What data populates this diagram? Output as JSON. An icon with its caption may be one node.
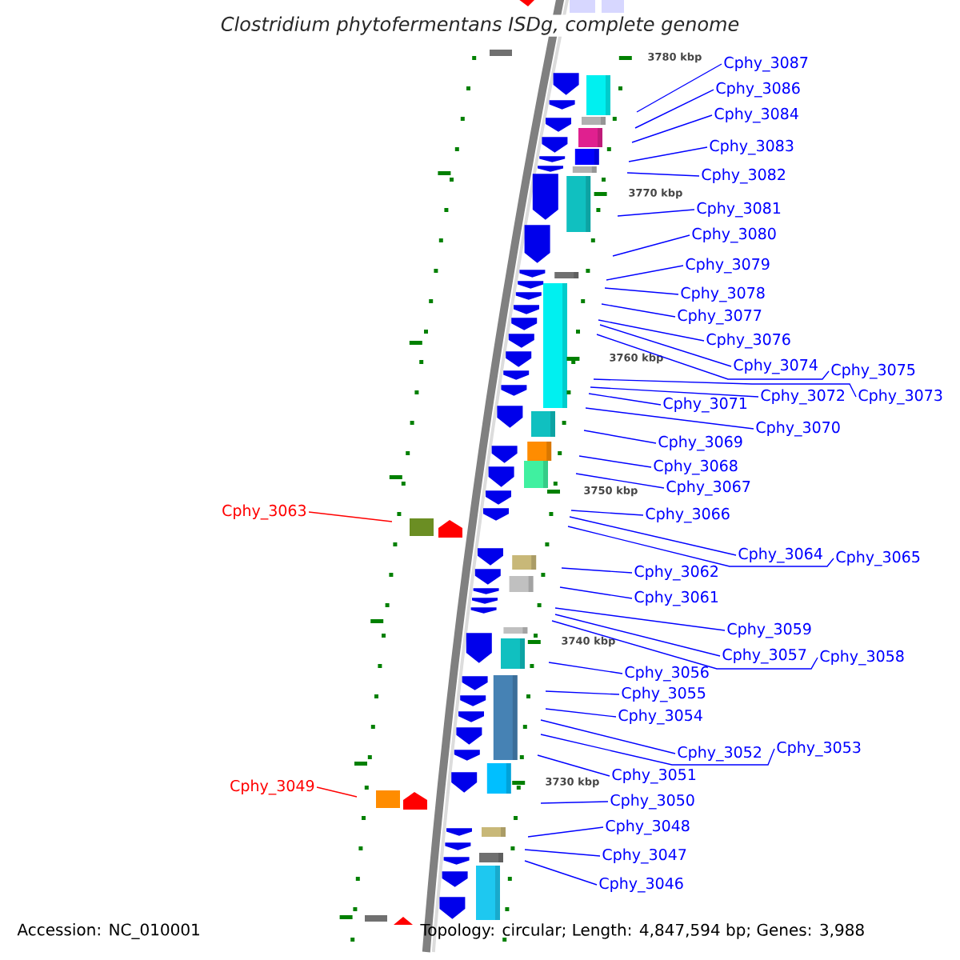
{
  "diagram": {
    "title": "Clostridium phytofermentans ISDg, complete genome",
    "nodes": [
      {
        "text": [
          "Cphy_3087"
        ]
      },
      {
        "text": [
          "Cphy_3086"
        ]
      },
      {
        "text": [
          "Cphy_3084"
        ]
      },
      {
        "text": [
          "Cphy_3083"
        ]
      },
      {
        "text": [
          "Cphy_3082"
        ]
      },
      {
        "text": [
          "Cphy_3081"
        ]
      },
      {
        "text": [
          "Cphy_3080"
        ]
      },
      {
        "text": [
          "Cphy_3079"
        ]
      },
      {
        "text": [
          "Cphy_3078"
        ]
      },
      {
        "text": [
          "Cphy_3077"
        ]
      },
      {
        "text": [
          "Cphy_3076"
        ]
      },
      {
        "text": [
          "Cphy_3074"
        ]
      },
      {
        "text": [
          "Cphy_3075"
        ]
      },
      {
        "text": [
          "Cphy_3072"
        ]
      },
      {
        "text": [
          "Cphy_3073"
        ]
      },
      {
        "text": [
          "Cphy_3071"
        ]
      },
      {
        "text": [
          "Cphy_3069"
        ]
      },
      {
        "text": [
          "Cphy_3070"
        ]
      },
      {
        "text": [
          "Cphy_3068"
        ]
      },
      {
        "text": [
          "Cphy_3067"
        ]
      },
      {
        "text": [
          "Cphy_3063"
        ]
      },
      {
        "text": [
          "Cphy_3066"
        ]
      },
      {
        "text": [
          "Cphy_3064"
        ]
      },
      {
        "text": [
          "Cphy_3065"
        ]
      },
      {
        "text": [
          "Cphy_3062"
        ]
      },
      {
        "text": [
          "Cphy_3061"
        ]
      },
      {
        "text": [
          "Cphy_3059"
        ]
      },
      {
        "text": [
          "Cphy_3057"
        ]
      },
      {
        "text": [
          "Cphy_3058"
        ]
      },
      {
        "text": [
          "Cphy_3056"
        ]
      },
      {
        "text": [
          "Cphy_3055"
        ]
      },
      {
        "text": [
          "Cphy_3054"
        ]
      },
      {
        "text": [
          "Cphy_3052"
        ]
      },
      {
        "text": [
          "Cphy_3053"
        ]
      },
      {
        "text": [
          "Cphy_3051"
        ]
      },
      {
        "text": [
          "Cphy_3049"
        ]
      },
      {
        "text": [
          "Cphy_3050"
        ]
      },
      {
        "text": [
          "Cphy_3048"
        ]
      },
      {
        "text": [
          "Cphy_3047"
        ]
      },
      {
        "text": [
          "Cphy_3046"
        ]
      }
    ],
    "edges": [
      {
        "from": 0,
        "to": null,
        "arrow": "none"
      },
      {
        "from": 1,
        "to": null,
        "arrow": "none"
      },
      {
        "from": 2,
        "to": null,
        "arrow": "none"
      },
      {
        "from": 3,
        "to": null,
        "arrow": "none"
      },
      {
        "from": 4,
        "to": null,
        "arrow": "none"
      },
      {
        "from": 5,
        "to": null,
        "arrow": "none"
      },
      {
        "from": 6,
        "to": null,
        "arrow": "none"
      },
      {
        "from": 7,
        "to": null,
        "arrow": "none"
      },
      {
        "from": 8,
        "to": null,
        "arrow": "none"
      },
      {
        "from": 9,
        "to": null,
        "arrow": "none"
      },
      {
        "from": 10,
        "to": null,
        "arrow": "none"
      },
      {
        "from": 11,
        "to": null,
        "arrow": "none"
      },
      {
        "from": 12,
        "to": null,
        "arrow": "none"
      },
      {
        "from": 13,
        "to": null,
        "arrow": "none"
      },
      {
        "from": 14,
        "to": null,
        "arrow": "none"
      },
      {
        "from": 15,
        "to": null,
        "arrow": "none"
      },
      {
        "from": 16,
        "to": null,
        "arrow": "none"
      },
      {
        "from": 17,
        "to": null,
        "arrow": "none"
      },
      {
        "from": 18,
        "to": null,
        "arrow": "none"
      },
      {
        "from": 19,
        "to": null,
        "arrow": "none"
      },
      {
        "from": 20,
        "to": null,
        "arrow": "none",
        "color": "#ff0000"
      },
      {
        "from": 21,
        "to": null,
        "arrow": "none"
      },
      {
        "from": 22,
        "to": null,
        "arrow": "none"
      },
      {
        "from": 23,
        "to": null,
        "arrow": "none"
      },
      {
        "from": 24,
        "to": null,
        "arrow": "none"
      },
      {
        "from": 25,
        "to": null,
        "arrow": "none"
      },
      {
        "from": 26,
        "to": null,
        "arrow": "none"
      },
      {
        "from": 27,
        "to": null,
        "arrow": "none"
      },
      {
        "from": 28,
        "to": null,
        "arrow": "none"
      },
      {
        "from": 29,
        "to": null,
        "arrow": "none"
      },
      {
        "from": 30,
        "to": null,
        "arrow": "none"
      },
      {
        "from": 31,
        "to": null,
        "arrow": "none"
      },
      {
        "from": 32,
        "to": null,
        "arrow": "none"
      },
      {
        "from": 33,
        "to": null,
        "arrow": "none"
      },
      {
        "from": 34,
        "to": null,
        "arrow": "none"
      },
      {
        "from": 35,
        "to": null,
        "arrow": "none",
        "color": "#ff0000"
      },
      {
        "from": 36,
        "to": null,
        "arrow": "none"
      },
      {
        "from": 37,
        "to": null,
        "arrow": "none"
      },
      {
        "from": 38,
        "to": null,
        "arrow": "none"
      },
      {
        "from": 39,
        "to": null,
        "arrow": "none"
      }
    ],
    "labels": [
      "3780 kbp",
      "3770 kbp",
      "3760 kbp",
      "3750 kbp",
      "3740 kbp",
      "3730 kbp",
      "Accession: NC_010001",
      "Topology: circular; Length: 4,847,594 bp; Genes: 3,988"
    ]
  }
}
